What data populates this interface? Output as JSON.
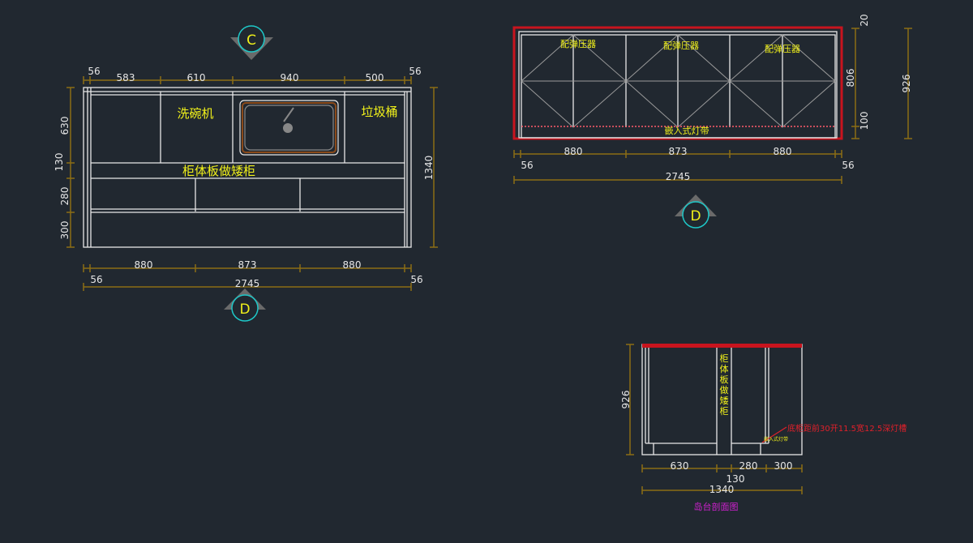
{
  "colors": {
    "background": "#212830",
    "dimension": "#8c6d14",
    "label": "#f2f21a",
    "countertop": "#c8141e",
    "note": "#e0202a",
    "title": "#d020d0",
    "marker": "#1ec8c8"
  },
  "plan": {
    "labels": {
      "dishwasher": "洗碗机",
      "trash_bin": "垃圾桶",
      "low_cabinet": "柜体板做矮柜"
    },
    "top_dims": [
      "56",
      "583",
      "610",
      "940",
      "500",
      "56"
    ],
    "left_dims": [
      "630",
      "130",
      "280",
      "300"
    ],
    "right_dim": "1340",
    "bottom_dims": [
      "880",
      "873",
      "880"
    ],
    "side_dims": [
      "56",
      "56"
    ],
    "total": "2745",
    "marker_top": "C",
    "marker_bottom": "D"
  },
  "elevation": {
    "labels": [
      "配弹压器",
      "配弹压器",
      "配弹压器"
    ],
    "light_strip": "嵌入式灯带",
    "bottom_dims": [
      "880",
      "873",
      "880"
    ],
    "side_dims": [
      "56",
      "56"
    ],
    "total": "2745",
    "right_dims": [
      "20",
      "806",
      "100"
    ],
    "height": "926",
    "marker": "D"
  },
  "section": {
    "vertical_label": [
      "柜",
      "体",
      "板",
      "做",
      "矮",
      "柜"
    ],
    "light_label": "嵌入式灯带",
    "note": "底柜距前30开11.5宽12.5深灯槽",
    "height": "926",
    "dims": [
      "630",
      "280",
      "300"
    ],
    "gap_dim": "130",
    "total": "1340",
    "title": "岛台剖面图"
  }
}
